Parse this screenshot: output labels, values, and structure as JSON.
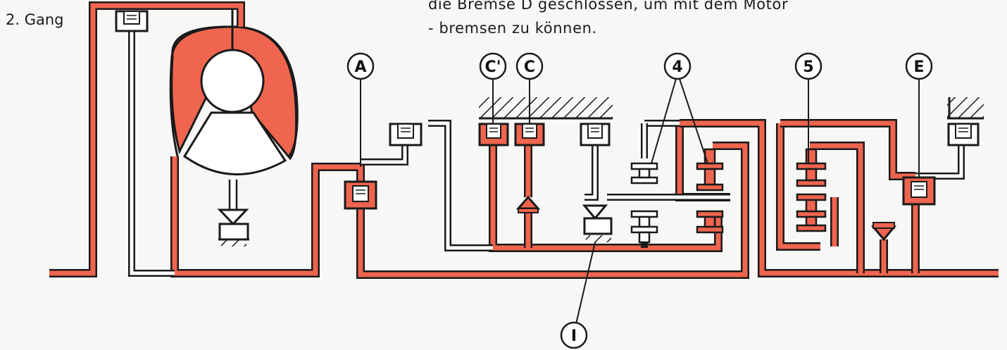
{
  "title": "2. Gang",
  "caption": {
    "line1": "die Bremse D geschlossen, um mit dem Motor",
    "line2": "- bremsen zu können."
  },
  "labels": {
    "A": "A",
    "C_prime": "C'",
    "C": "C",
    "four": "4",
    "five": "5",
    "E": "E",
    "I": "I"
  },
  "colors": {
    "engaged": "#f0654f",
    "free": "#ffffff",
    "outline": "#1a1a1a",
    "background": "#f7f7f5"
  }
}
